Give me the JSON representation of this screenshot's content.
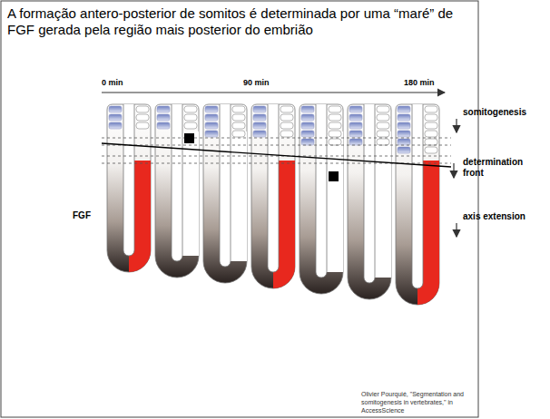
{
  "diagram": {
    "title": "A formação antero-posterior de somitos é determinada por uma “maré” de FGF gerada pela região mais posterior do embrião",
    "caption": "Olivier Pourquié, \"Segmentation and somitogenesis in vertebrates,\" in AccessScience",
    "labels": [
      "0 min",
      "90 min",
      "180 min",
      "somitogenesis",
      "determination front",
      "axis extension",
      "FGF"
    ]
  }
}
